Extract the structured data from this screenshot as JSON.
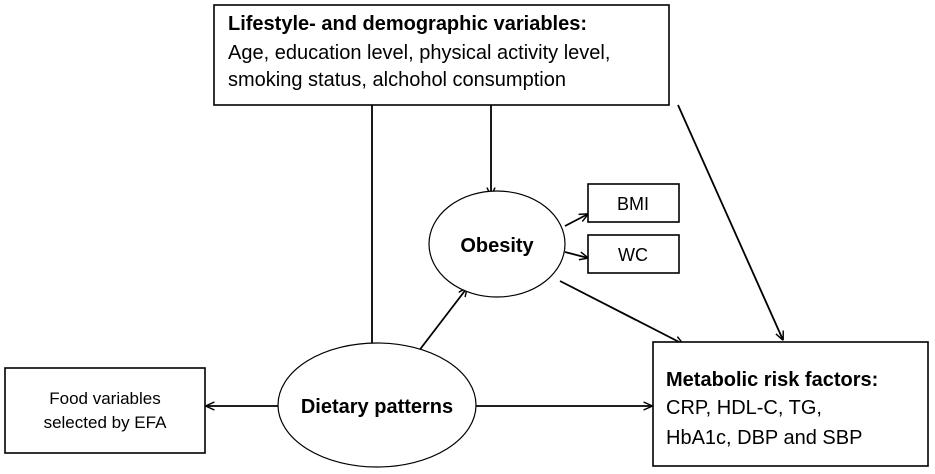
{
  "nodes": {
    "lifestyle": {
      "title": "Lifestyle- and demographic variables:",
      "line1": "Age, education level, physical activity level,",
      "line2": "smoking status, alchohol consumption"
    },
    "bmi": {
      "label": "BMI"
    },
    "wc": {
      "label": "WC"
    },
    "obesity": {
      "label": "Obesity"
    },
    "food": {
      "line1": "Food variables",
      "line2": "selected by EFA"
    },
    "dietary": {
      "label": "Dietary patterns"
    },
    "metabolic": {
      "title": "Metabolic risk factors:",
      "line1": "CRP, HDL-C, TG,",
      "line2": "HbA1c, DBP and SBP"
    }
  }
}
